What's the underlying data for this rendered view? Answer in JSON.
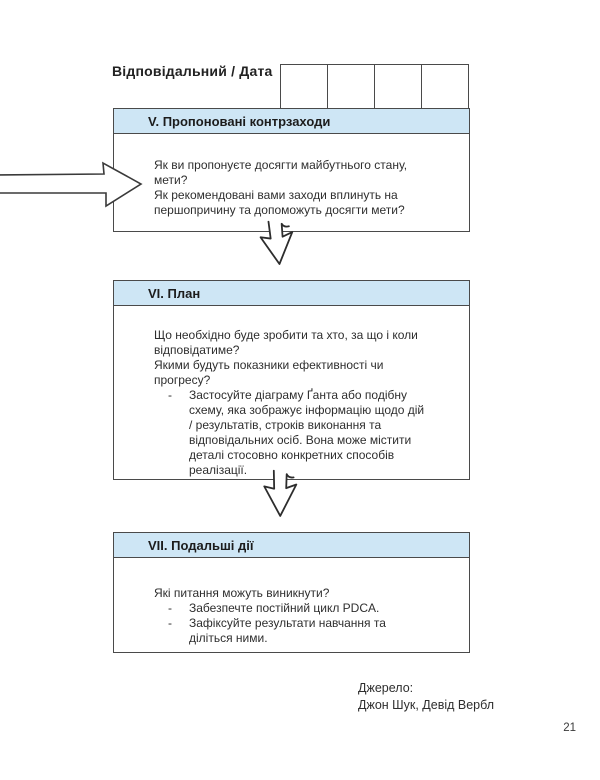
{
  "page": {
    "responsible_date_label": "Відповідальний / Дата",
    "date_table_cells": 4,
    "bullet_marker": "-",
    "source_label": "Джерело:",
    "source_authors": "Джон Шук, Девід Вербл",
    "page_number": "21"
  },
  "colors": {
    "section_header_fill": "#cee6f5",
    "box_border": "#4a4a4a",
    "body_text": "#2e2e2e"
  },
  "icons": {
    "left_arrow": "left-flow-arrow",
    "down_arrow": "down-flow-arrow"
  },
  "sections": [
    {
      "title": "V. Пропоновані контрзаходи",
      "paragraphs": [
        "Як ви пропонуєте досягти майбутнього стану, мети?",
        "Як рекомендовані вами заходи вплинуть на першопричину та допоможуть досягти мети?"
      ],
      "bullets": []
    },
    {
      "title": "VI. План",
      "paragraphs": [
        "Що необхідно буде зробити та хто, за що і коли відповідатиме?",
        "Якими будуть показники ефективності чи прогресу?"
      ],
      "bullets": [
        "Застосуйте діаграму Ґанта або подібну схему, яка зображує інформацію щодо дій / результатів, строків виконання та відповідальних осіб. Вона може містити деталі стосовно конкретних способів реалізації."
      ]
    },
    {
      "title": "VII. Подальші дії",
      "paragraphs": [
        "Які питання можуть виникнути?"
      ],
      "bullets": [
        "Забезпечте постійний цикл PDCA.",
        "Зафіксуйте результати навчання та діліться ними."
      ]
    }
  ]
}
